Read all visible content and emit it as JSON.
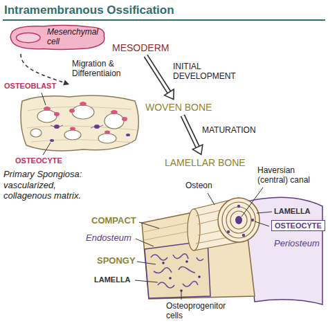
{
  "diagram": {
    "title": "Intramembranous Ossification",
    "nodes": [
      {
        "text": [
          "Mesenchymal cell"
        ]
      },
      {
        "text": [
          "MESODERM"
        ]
      },
      {
        "text": [
          "WOVEN BONE"
        ]
      },
      {
        "text": [
          "LAMELLAR BONE"
        ]
      },
      {
        "text": [
          "OSTEOCYTE"
        ]
      }
    ],
    "edges": [
      {
        "from": 1,
        "to": 2,
        "arrow": "to",
        "label": "INITIAL DEVELOPMENT"
      },
      {
        "from": 2,
        "to": 3,
        "arrow": "to",
        "label": "MATURATION"
      }
    ],
    "labels": [
      "Migration & Differentiaion",
      "OSTEOBLAST",
      "OSTEOCYTE",
      "Primary Spongiosa: vascularized, collagenous matrix.",
      "Osteon",
      "Haversian (central) canal",
      "LAMELLA",
      "Periosteum",
      "COMPACT",
      "Endosteum",
      "SPONGY",
      "LAMELLA",
      "Osteoprogenitor cells"
    ]
  }
}
